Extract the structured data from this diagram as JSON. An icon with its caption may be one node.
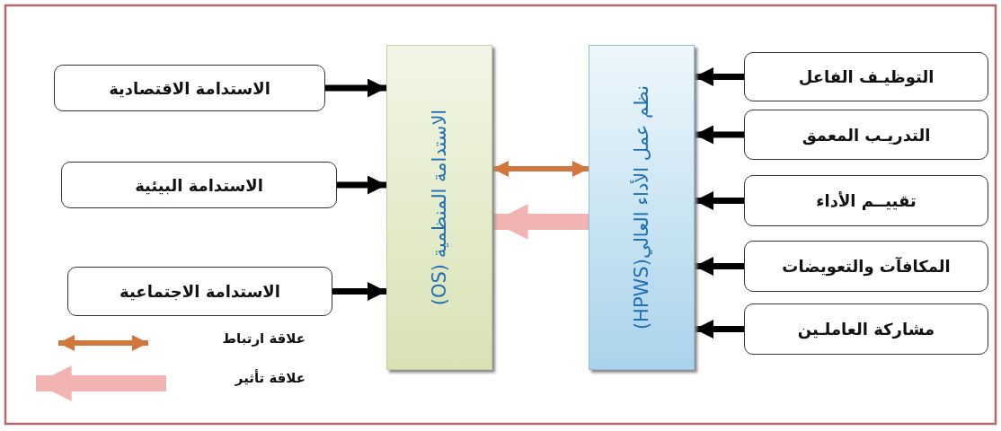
{
  "diagram": {
    "nodes": [
      {
        "text": [
          "الاستدامة الاقتصادية"
        ]
      },
      {
        "text": [
          "الاستدامة البيئية"
        ]
      },
      {
        "text": [
          "الاستدامة الاجتماعية"
        ]
      },
      {
        "text": [
          "الاستدامة المنظمية (OS)"
        ]
      },
      {
        "text": [
          "نظم عمل الأداء العالي(HPWS)"
        ]
      },
      {
        "text": [
          "التوظيـف الفاعل"
        ]
      },
      {
        "text": [
          "التدريـب المعمق"
        ]
      },
      {
        "text": [
          "تقييــم الأداء"
        ]
      },
      {
        "text": [
          "المكافآت والتعويضات"
        ]
      },
      {
        "text": [
          "مشاركة العاملـين"
        ]
      }
    ],
    "edges": [
      {
        "from": 0,
        "to": 3,
        "arrow": "to"
      },
      {
        "from": 1,
        "to": 3,
        "arrow": "to"
      },
      {
        "from": 2,
        "to": 3,
        "arrow": "to"
      },
      {
        "from": 5,
        "to": 4,
        "arrow": "to"
      },
      {
        "from": 6,
        "to": 4,
        "arrow": "to"
      },
      {
        "from": 7,
        "to": 4,
        "arrow": "to"
      },
      {
        "from": 8,
        "to": 4,
        "arrow": "to"
      },
      {
        "from": 9,
        "to": 4,
        "arrow": "to"
      },
      {
        "from": 3,
        "to": 4,
        "arrow": "both",
        "color": "#d2773c"
      },
      {
        "from": 4,
        "to": 3,
        "arrow": "to",
        "style": "thick",
        "color": "#f2b3b3"
      }
    ],
    "legend": [
      {
        "text": "علاقة ارتباط"
      },
      {
        "text": "علاقة تأثير"
      }
    ]
  }
}
